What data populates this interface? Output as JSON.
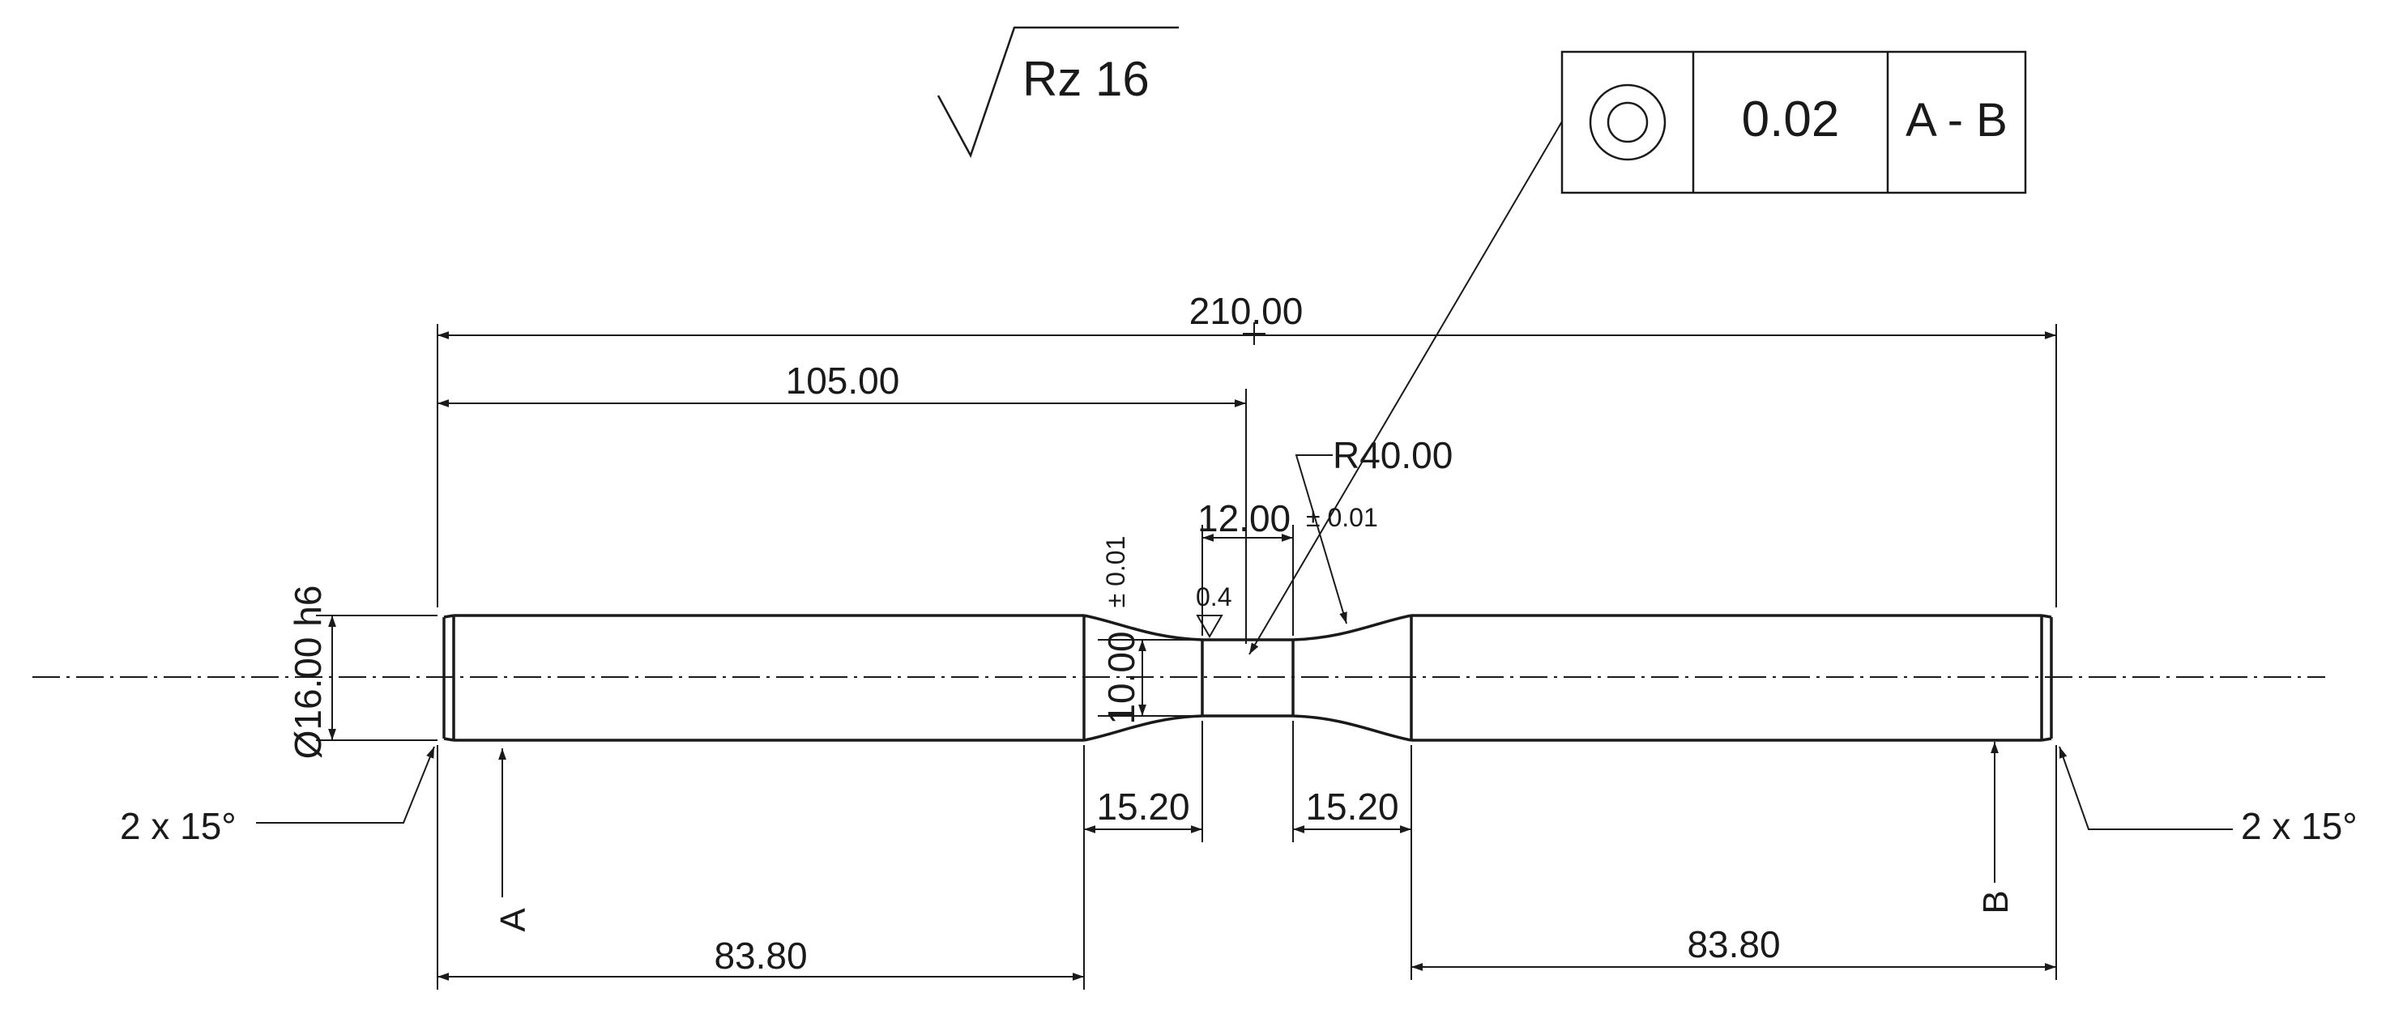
{
  "surface_finish": {
    "text": "Rz 16"
  },
  "feature_control_frame": {
    "symbol": "concentricity-icon",
    "tolerance": "0.02",
    "datum": "A - B"
  },
  "dimensions": {
    "overall_length": "210.00",
    "half_length": "105.00",
    "radius": "R40.00",
    "center_width": "12.00",
    "center_width_tol": "± 0.01",
    "center_diameter": "10.00",
    "center_diameter_tol": "± 0.01",
    "roughness_center": "0.4",
    "shaft_diameter": "Ø16.00 h6",
    "chamfer_left": "2 x 15°",
    "chamfer_right": "2 x 15°",
    "transition_left": "15.20",
    "transition_right": "15.20",
    "shoulder_left": "83.80",
    "shoulder_right": "83.80"
  },
  "datums": {
    "left": "A",
    "right": "B"
  },
  "colors": {
    "line": "#1a1a1a",
    "background": "#ffffff"
  }
}
